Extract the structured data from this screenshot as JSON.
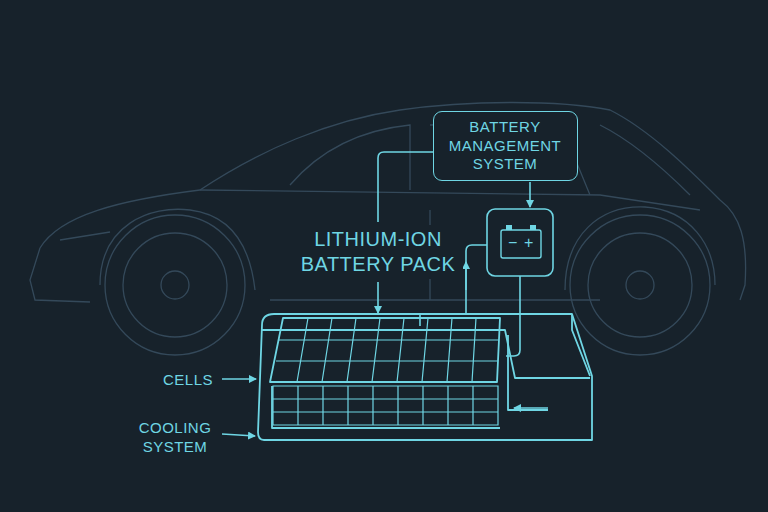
{
  "diagram": {
    "nodes": [
      {
        "text": [
          "BATTERY MANAGEMENT SYSTEM"
        ]
      }
    ],
    "labels": [
      "LITHIUM-ION BATTERY PACK",
      "CELLS",
      "COOLING SYSTEM",
      "−",
      "+"
    ]
  }
}
